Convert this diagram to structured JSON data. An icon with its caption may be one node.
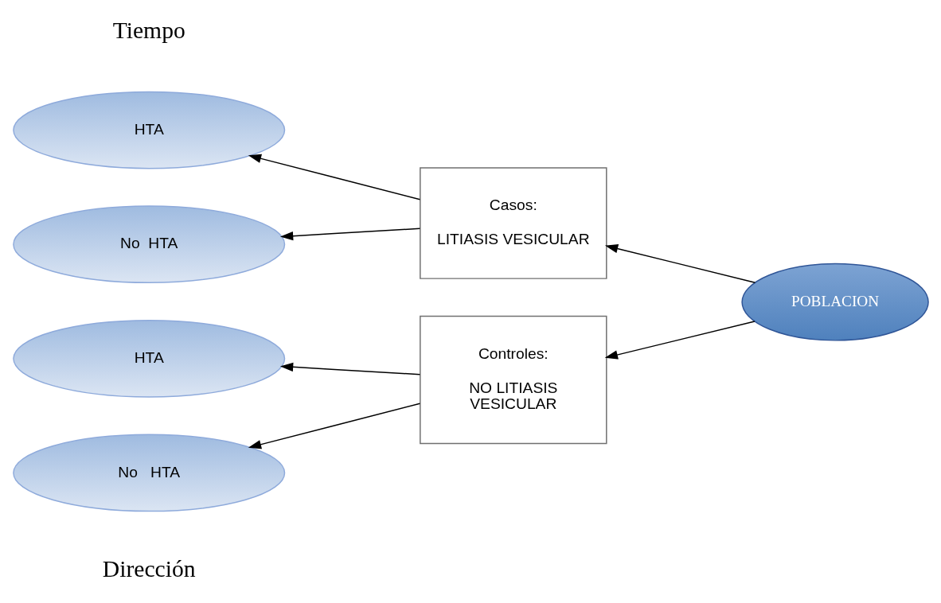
{
  "diagram": {
    "nodes": [
      {
        "text": [
          "HTA"
        ]
      },
      {
        "text": [
          "No  HTA"
        ]
      },
      {
        "text": [
          "HTA"
        ]
      },
      {
        "text": [
          "No   HTA"
        ]
      },
      {
        "text": [
          "Casos:",
          "LITIASIS VESICULAR"
        ]
      },
      {
        "text": [
          "Controles:",
          "NO LITIASIS VESICULAR"
        ]
      },
      {
        "text": [
          "POBLACION"
        ]
      }
    ],
    "edges": [
      {
        "from": 4,
        "to": 0,
        "arrow": "to"
      },
      {
        "from": 4,
        "to": 1,
        "arrow": "to"
      },
      {
        "from": 5,
        "to": 2,
        "arrow": "to"
      },
      {
        "from": 5,
        "to": 3,
        "arrow": "to"
      },
      {
        "from": 6,
        "to": 4,
        "arrow": "to"
      },
      {
        "from": 6,
        "to": 5,
        "arrow": "to"
      }
    ],
    "labels": [
      "Tiempo",
      "Dirección"
    ]
  }
}
